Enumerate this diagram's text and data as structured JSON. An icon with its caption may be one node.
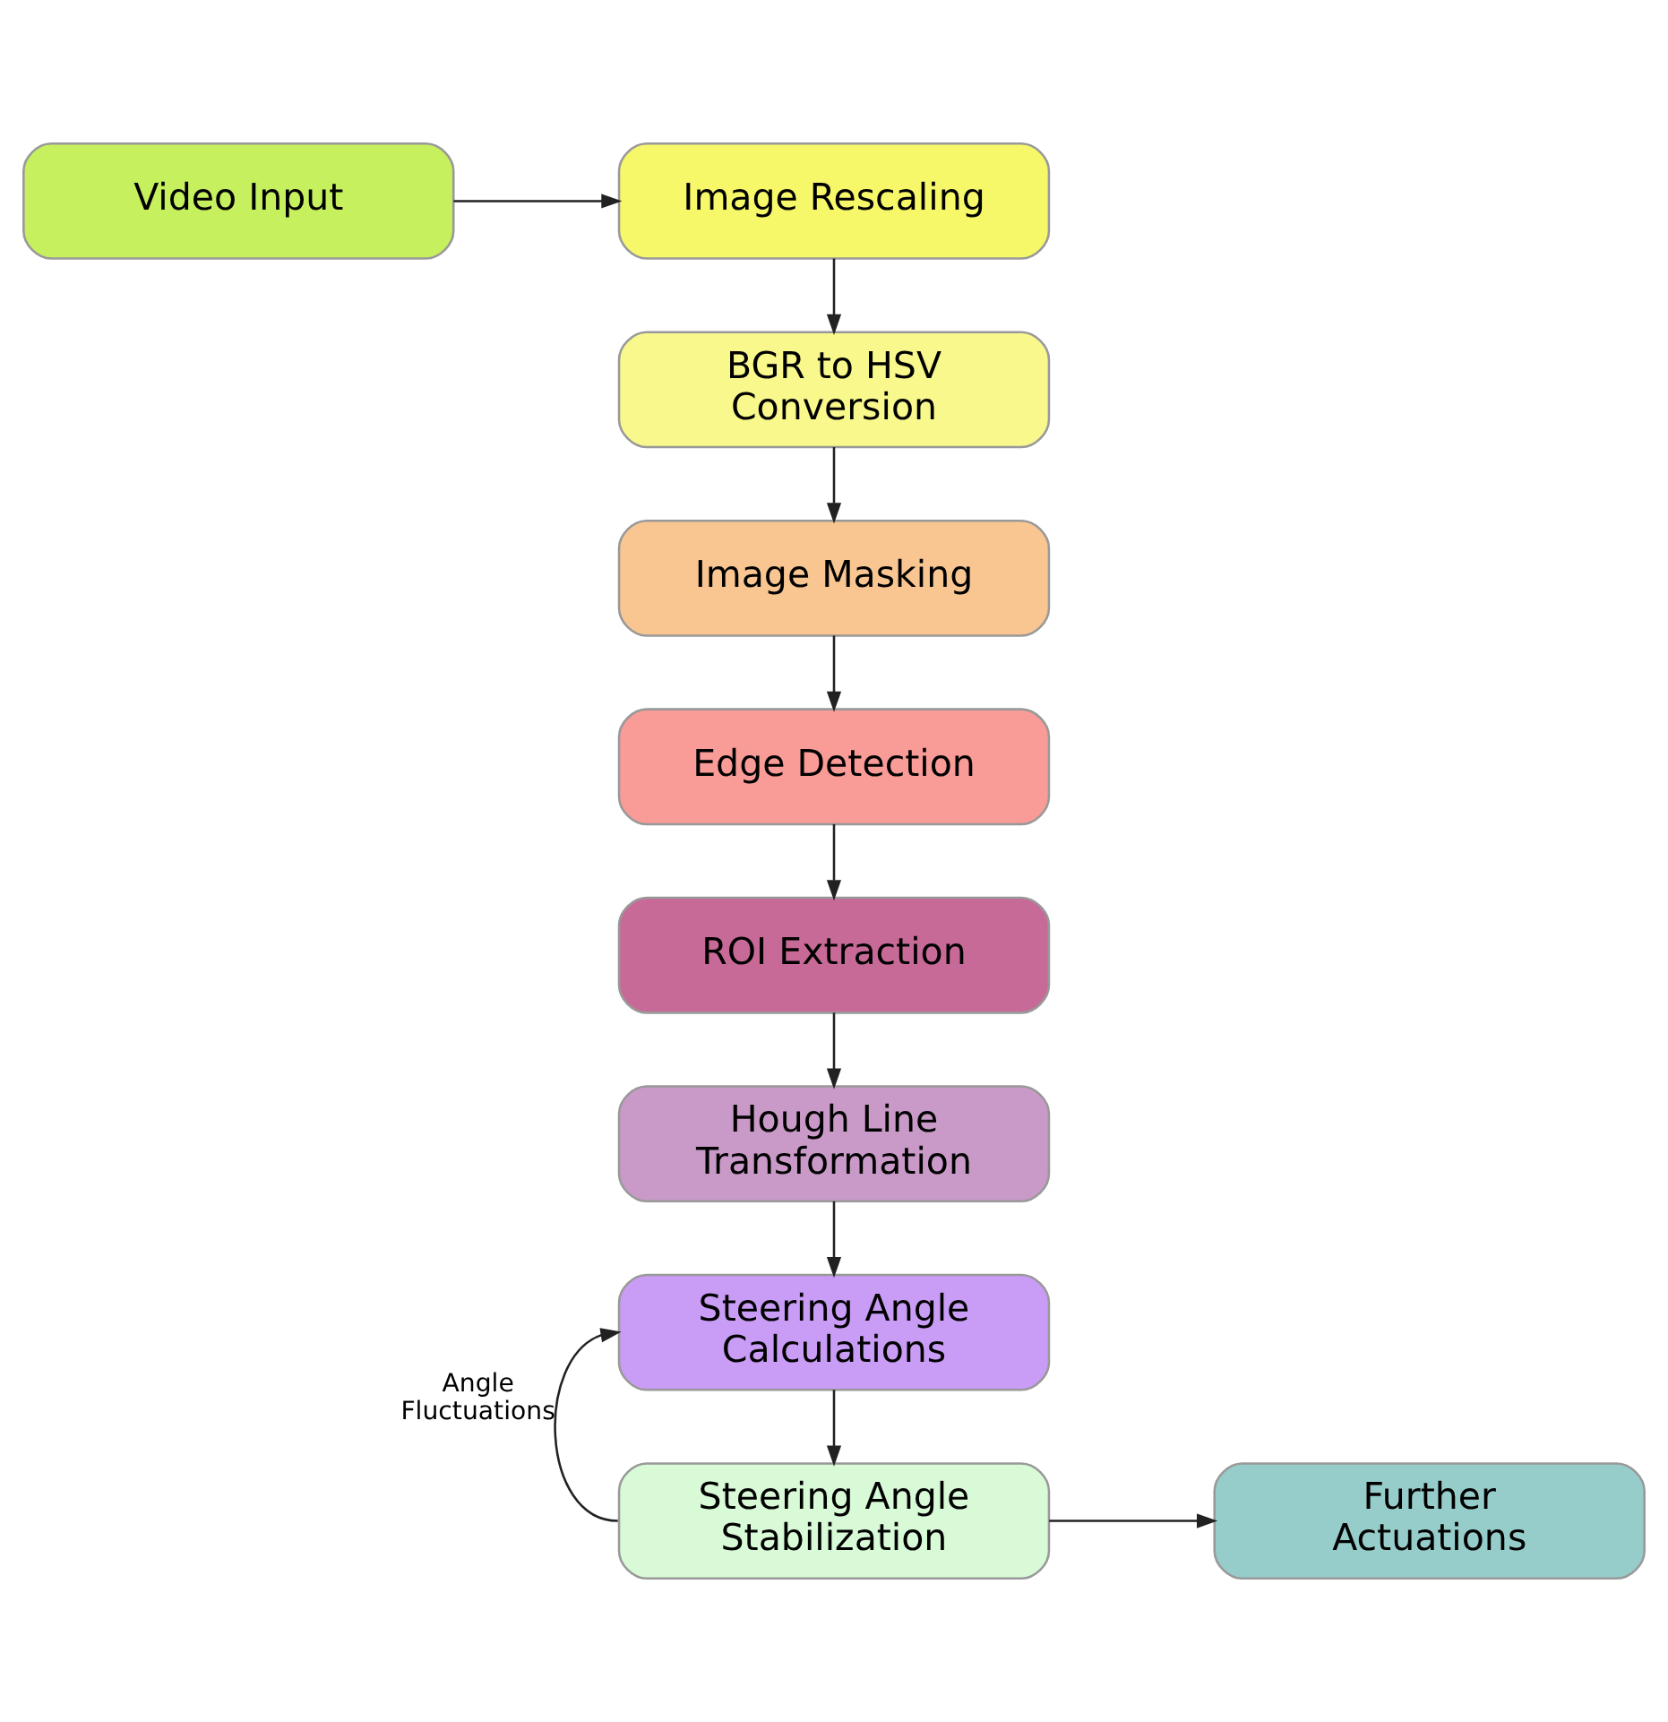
{
  "diagram": {
    "nodes": [
      {
        "text": [
          "Video Input"
        ]
      },
      {
        "text": [
          "Image Rescaling"
        ]
      },
      {
        "text": [
          "BGR to HSV Conversion"
        ]
      },
      {
        "text": [
          "Image Masking"
        ]
      },
      {
        "text": [
          "Edge Detection"
        ]
      },
      {
        "text": [
          "ROI Extraction"
        ]
      },
      {
        "text": [
          "Hough Line Transformation"
        ]
      },
      {
        "text": [
          "Steering Angle Calculations"
        ]
      },
      {
        "text": [
          "Steering Angle Stabilization"
        ]
      },
      {
        "text": [
          "Further Actuations"
        ]
      }
    ],
    "edges": [
      {
        "from": 0,
        "to": 1,
        "arrow": "to"
      },
      {
        "from": 1,
        "to": 2,
        "arrow": "to"
      },
      {
        "from": 2,
        "to": 3,
        "arrow": "to"
      },
      {
        "from": 3,
        "to": 4,
        "arrow": "to"
      },
      {
        "from": 4,
        "to": 5,
        "arrow": "to"
      },
      {
        "from": 5,
        "to": 6,
        "arrow": "to"
      },
      {
        "from": 6,
        "to": 7,
        "arrow": "to"
      },
      {
        "from": 7,
        "to": 8,
        "arrow": "to"
      },
      {
        "from": 8,
        "to": 7,
        "arrow": "to",
        "label": "Angle Fluctuations"
      },
      {
        "from": 8,
        "to": 9,
        "arrow": "to"
      }
    ]
  }
}
